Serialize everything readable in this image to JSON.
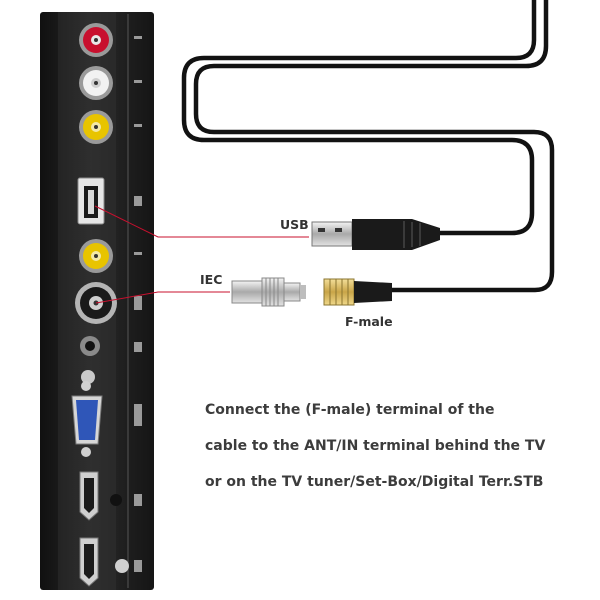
{
  "callouts": {
    "usb": "USB",
    "iec": "IEC",
    "f_male": "F-male"
  },
  "instructions": [
    "Connect the (F-male) terminal of the",
    "cable to the ANT/IN terminal behind the TV",
    "or on the TV tuner/Set-Box/Digital Terr.STB"
  ],
  "colors": {
    "leader_line": "#c8102e",
    "panel": "#1e1e1e",
    "cable": "#121212",
    "port_red": "#c8102e",
    "port_yellow": "#e8c400",
    "vga_blue": "#2f56b8"
  }
}
